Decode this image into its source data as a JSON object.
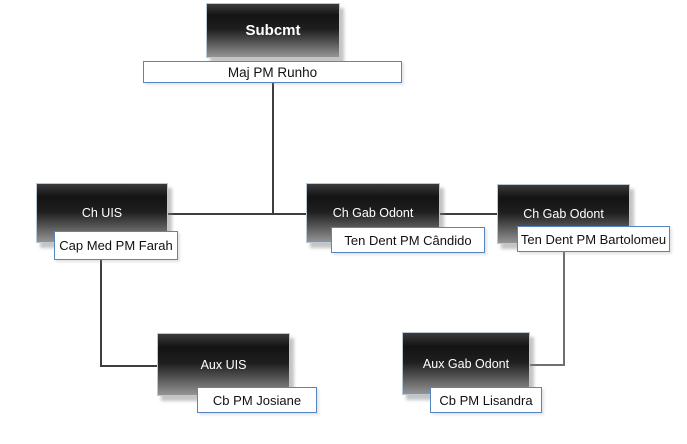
{
  "diagram": {
    "type": "org_chart",
    "nodes": [
      {
        "id": "subcmt",
        "role": "Subcmt",
        "person": "Maj PM Runho"
      },
      {
        "id": "ch-uis",
        "role": "Ch UIS",
        "person": "Cap Med PM Farah"
      },
      {
        "id": "ch-gab-odont-candido",
        "role": "Ch Gab Odont",
        "person": "Ten Dent PM Cândido"
      },
      {
        "id": "ch-gab-odont-bartolomeu",
        "role": "Ch Gab Odont",
        "person": "Ten Dent PM Bartolomeu"
      },
      {
        "id": "aux-uis",
        "role": "Aux UIS",
        "person": "Cb PM Josiane"
      },
      {
        "id": "aux-gab-odont",
        "role": "Aux Gab Odont",
        "person": "Cb PM Lisandra"
      }
    ],
    "connections": [
      {
        "from": "subcmt",
        "to": "level-2-rail"
      },
      {
        "from": "ch-uis",
        "to": "ch-gab-odont-candido"
      },
      {
        "from": "ch-gab-odont-candido",
        "to": "ch-gab-odont-bartolomeu"
      },
      {
        "from": "ch-uis",
        "to": "aux-uis"
      },
      {
        "from": "ch-gab-odont-bartolomeu",
        "to": "aux-gab-odont"
      }
    ],
    "colors": {
      "node_fill_top": "#3a3a3a",
      "node_fill_dark": "#131313",
      "node_fill_bottom": "#949494",
      "node_border": "#b9c8d6",
      "node_text": "#ffffff",
      "label_fill": "#ffffff",
      "label_border": "#5586bd",
      "label_text": "#111111",
      "connector": "#3e3e3e",
      "background": "#ffffff"
    }
  }
}
